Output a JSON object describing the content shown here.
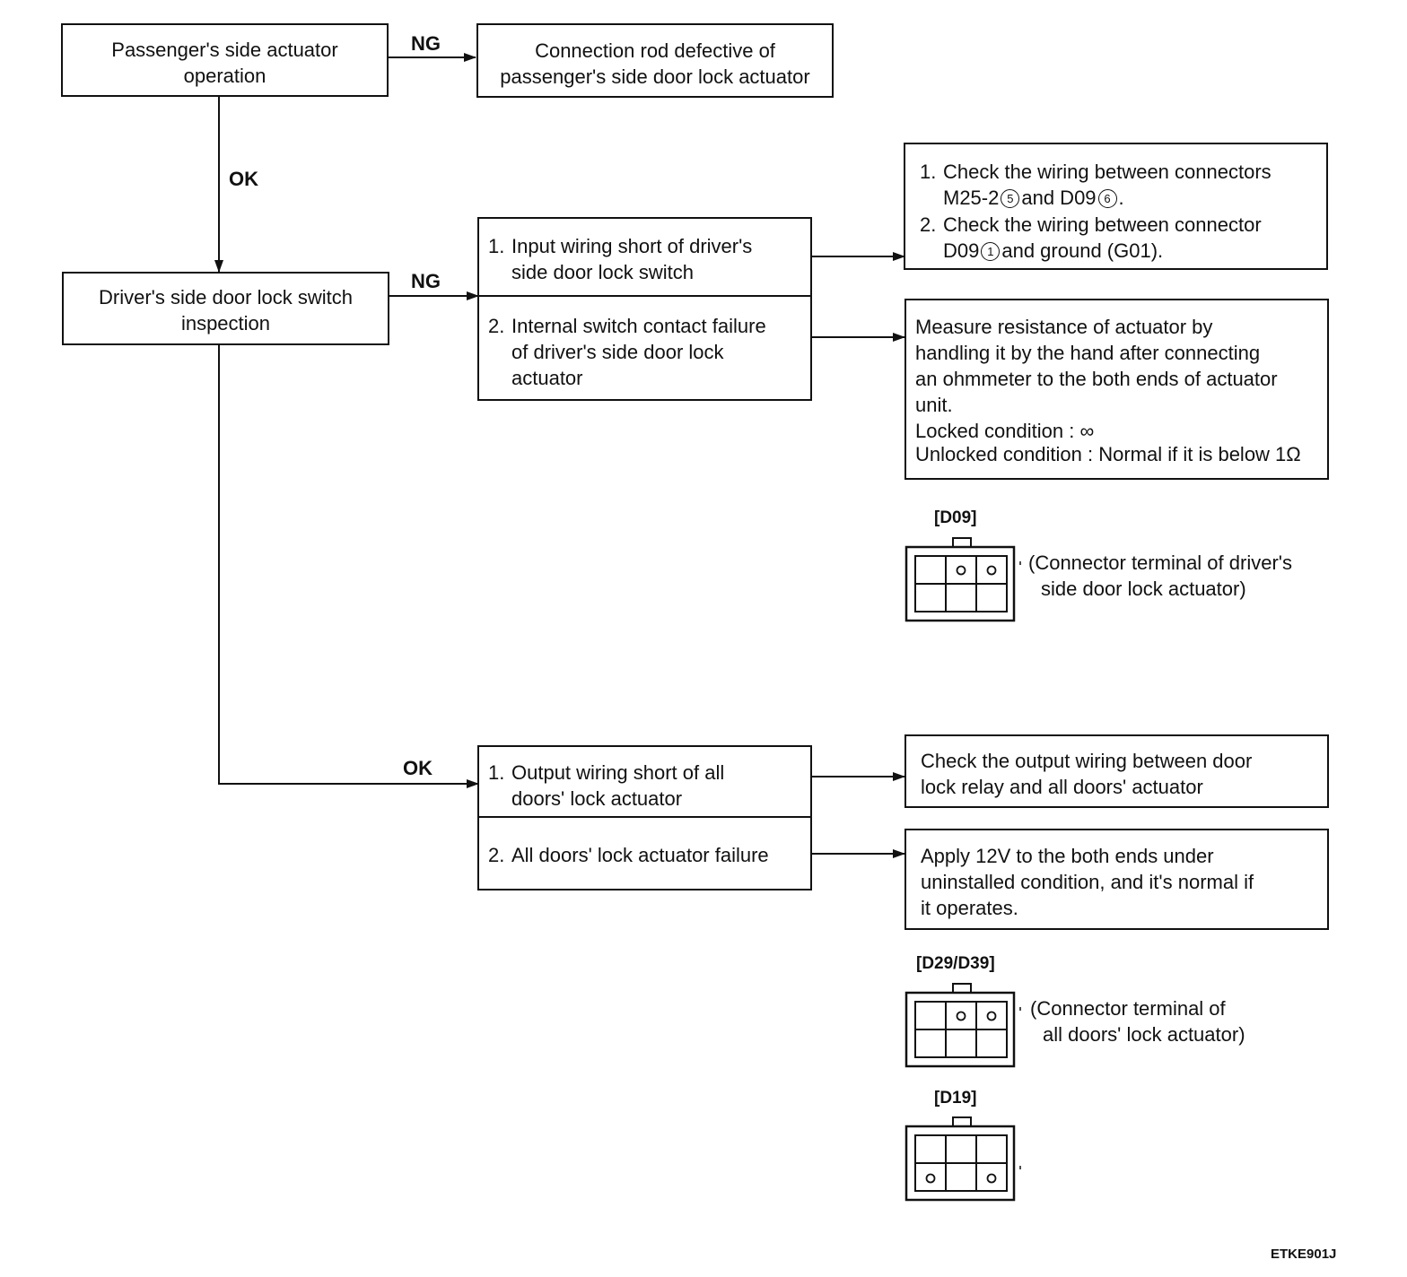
{
  "labels": {
    "ng": "NG",
    "ok": "OK"
  },
  "boxes": {
    "passenger_op": [
      "Passenger's side actuator",
      "operation"
    ],
    "rod_defect": [
      "Connection rod defective of",
      "passenger's side door lock actuator"
    ],
    "driver_switch": [
      "Driver's side door lock switch",
      "inspection"
    ],
    "switch_causes": [
      {
        "num": "1.",
        "lines": [
          "Input wiring short of driver's",
          "side door lock switch"
        ]
      },
      {
        "num": "2.",
        "lines": [
          "Internal switch contact failure",
          "of driver's side door lock",
          "actuator"
        ]
      }
    ],
    "check_wiring": {
      "items": [
        {
          "num": "1.",
          "line1": "Check the wiring between connectors",
          "l2_a": "M25-2",
          "l2_c1": "5",
          "l2_b": "and D09",
          "l2_c2": "6",
          "l2_end": "."
        },
        {
          "num": "2.",
          "line1": "Check the wiring between connector",
          "l2_a": "D09",
          "l2_c1": "1",
          "l2_b": "and ground (G01)."
        }
      ]
    },
    "measure": {
      "lines": [
        "Measure resistance of actuator by",
        "handling it by the hand after connecting",
        "an ohmmeter to the both ends of actuator",
        "unit.",
        "Locked condition : ∞",
        "Unlocked condition : Normal if it is below 1Ω"
      ]
    },
    "output_causes": [
      {
        "num": "1.",
        "lines": [
          "Output wiring short of all",
          "doors' lock actuator"
        ]
      },
      {
        "num": "2.",
        "lines": [
          "All doors' lock actuator failure"
        ]
      }
    ],
    "check_output": [
      "Check the output wiring between door",
      "lock relay and all doors' actuator"
    ],
    "apply_12v": [
      "Apply 12V to the both ends under",
      "uninstalled condition, and it's normal if",
      "it operates."
    ]
  },
  "connectors": {
    "d09": {
      "label": "[D09]",
      "caption": [
        "(Connector terminal of driver's",
        "side door lock actuator)"
      ]
    },
    "d29": {
      "label": "[D29/D39]",
      "caption": [
        "(Connector terminal of",
        "all doors' lock actuator)"
      ]
    },
    "d19": {
      "label": "[D19]"
    }
  },
  "footer": {
    "code": "ETKE901J"
  },
  "colors": {
    "line": "#111111",
    "background": "#ffffff"
  }
}
